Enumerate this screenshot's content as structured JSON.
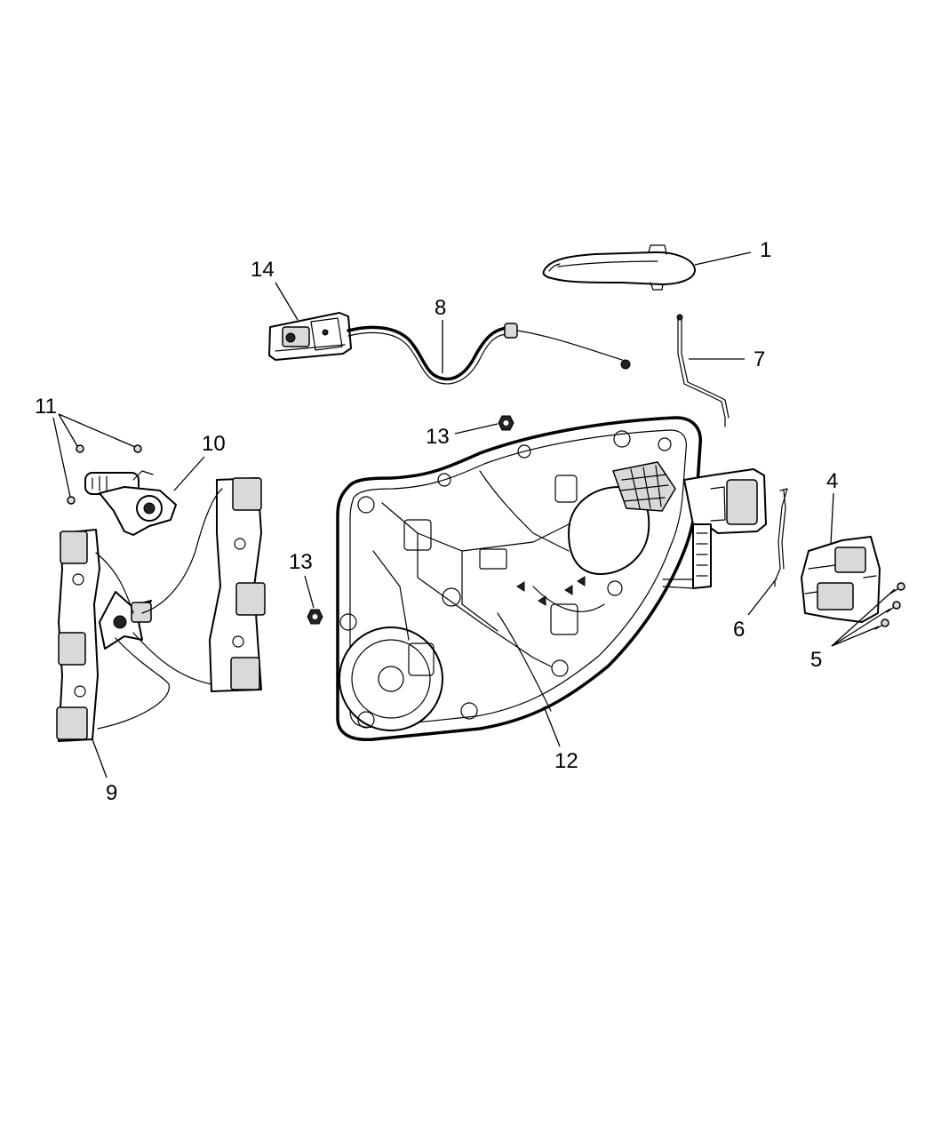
{
  "callouts": [
    {
      "id": "1",
      "label": "1"
    },
    {
      "id": "4",
      "label": "4"
    },
    {
      "id": "5",
      "label": "5"
    },
    {
      "id": "6",
      "label": "6"
    },
    {
      "id": "7",
      "label": "7"
    },
    {
      "id": "8",
      "label": "8"
    },
    {
      "id": "9",
      "label": "9"
    },
    {
      "id": "10",
      "label": "10"
    },
    {
      "id": "11",
      "label": "11"
    },
    {
      "id": "12",
      "label": "12"
    },
    {
      "id": "13a",
      "label": "13"
    },
    {
      "id": "13b",
      "label": "13"
    },
    {
      "id": "14",
      "label": "14"
    }
  ]
}
